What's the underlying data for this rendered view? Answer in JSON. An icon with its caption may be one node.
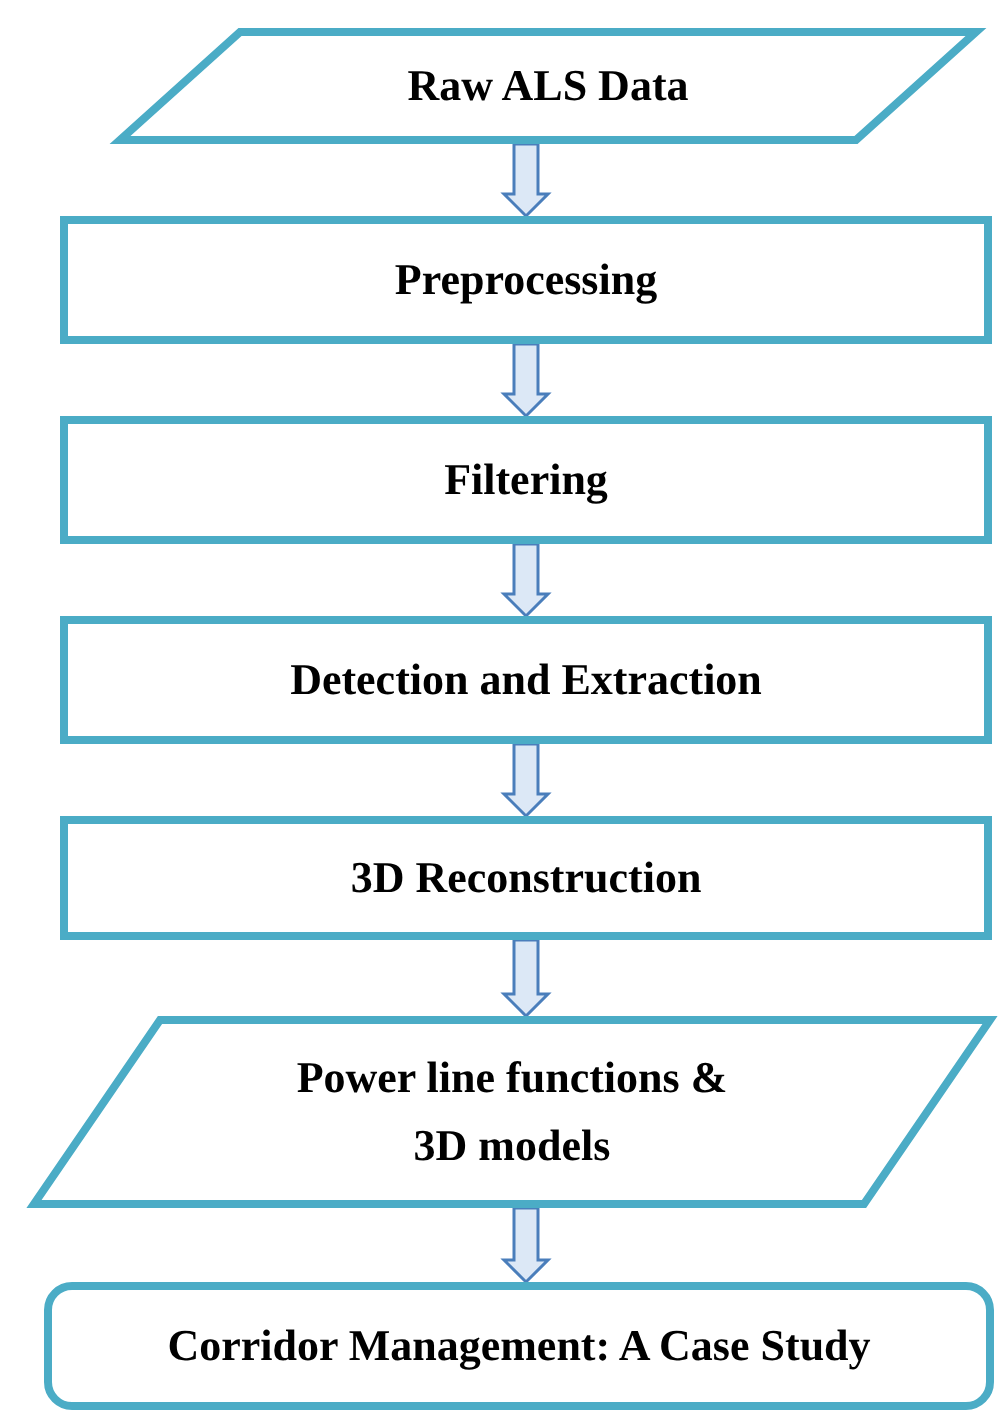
{
  "diagram": {
    "nodes": [
      {
        "text": [
          "Raw ALS Data"
        ]
      },
      {
        "text": [
          "Preprocessing"
        ]
      },
      {
        "text": [
          "Filtering"
        ]
      },
      {
        "text": [
          "Detection and Extraction"
        ]
      },
      {
        "text": [
          "3D Reconstruction"
        ]
      },
      {
        "text": [
          "Power line functions & 3D models"
        ]
      },
      {
        "text": [
          "Corridor Management: A Case Study"
        ]
      }
    ],
    "edges": [
      {
        "from": 0,
        "to": 1,
        "arrow": "to"
      },
      {
        "from": 1,
        "to": 2,
        "arrow": "to"
      },
      {
        "from": 2,
        "to": 3,
        "arrow": "to"
      },
      {
        "from": 3,
        "to": 4,
        "arrow": "to"
      },
      {
        "from": 4,
        "to": 5,
        "arrow": "to"
      },
      {
        "from": 5,
        "to": 6,
        "arrow": "to"
      }
    ]
  }
}
